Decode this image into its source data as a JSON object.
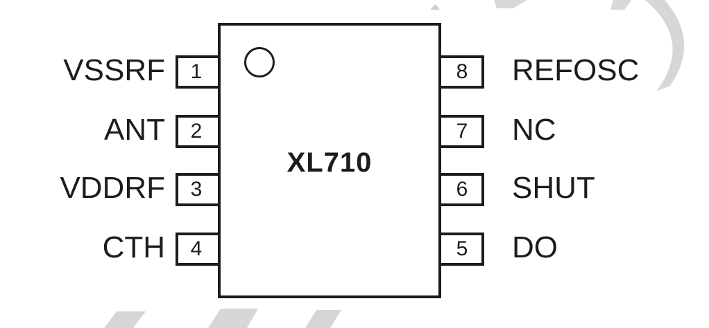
{
  "chip": {
    "name": "XL710",
    "colors": {
      "outline": "#1c1c1c",
      "fill": "#ffffff",
      "watermark": "#d2d2d2"
    }
  },
  "pins": {
    "left": [
      {
        "number": "1",
        "label": "VSSRF"
      },
      {
        "number": "2",
        "label": "ANT"
      },
      {
        "number": "3",
        "label": "VDDRF"
      },
      {
        "number": "4",
        "label": "CTH"
      }
    ],
    "right": [
      {
        "number": "8",
        "label": "REFOSC"
      },
      {
        "number": "7",
        "label": "NC"
      },
      {
        "number": "6",
        "label": "SHUT"
      },
      {
        "number": "5",
        "label": "DO"
      }
    ]
  }
}
